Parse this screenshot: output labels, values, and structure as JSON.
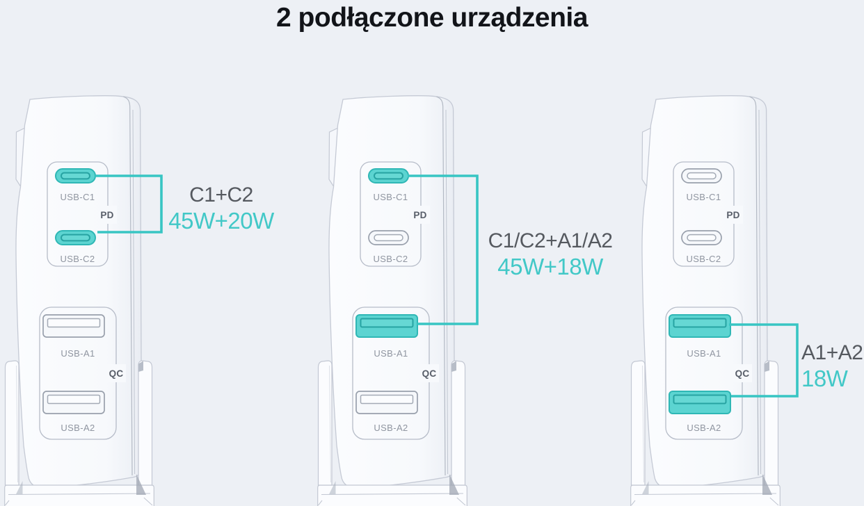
{
  "title": "2 podłączone urządzenia",
  "figure": {
    "colors": {
      "background": "#edf0f5",
      "highlight_teal_line": "#38c5c3",
      "highlight_teal_fill": "#5cd4d1",
      "power_text_teal": "#42c8c7",
      "combo_text_gray": "#55595f",
      "port_label_gray": "#8f95a0",
      "title_black": "#121419"
    },
    "chargers": [
      {
        "name": "charger-left",
        "pd_label": "PD",
        "qc_label": "QC",
        "ports": [
          {
            "label": "USB-C1",
            "type": "usb-c",
            "highlighted": true
          },
          {
            "label": "USB-C2",
            "type": "usb-c",
            "highlighted": true
          },
          {
            "label": "USB-A1",
            "type": "usb-a",
            "highlighted": false
          },
          {
            "label": "USB-A2",
            "type": "usb-a",
            "highlighted": false
          }
        ],
        "annotation": {
          "ports_combo": "C1+C2",
          "power": "45W+20W"
        }
      },
      {
        "name": "charger-middle",
        "pd_label": "PD",
        "qc_label": "QC",
        "ports": [
          {
            "label": "USB-C1",
            "type": "usb-c",
            "highlighted": true
          },
          {
            "label": "USB-C2",
            "type": "usb-c",
            "highlighted": false
          },
          {
            "label": "USB-A1",
            "type": "usb-a",
            "highlighted": true
          },
          {
            "label": "USB-A2",
            "type": "usb-a",
            "highlighted": false
          }
        ],
        "annotation": {
          "ports_combo": "C1/C2+A1/A2",
          "power": "45W+18W"
        }
      },
      {
        "name": "charger-right",
        "pd_label": "PD",
        "qc_label": "QC",
        "ports": [
          {
            "label": "USB-C1",
            "type": "usb-c",
            "highlighted": false
          },
          {
            "label": "USB-C2",
            "type": "usb-c",
            "highlighted": false
          },
          {
            "label": "USB-A1",
            "type": "usb-a",
            "highlighted": true
          },
          {
            "label": "USB-A2",
            "type": "usb-a",
            "highlighted": true
          }
        ],
        "annotation": {
          "ports_combo": "A1+A2",
          "power": "18W"
        }
      }
    ]
  }
}
